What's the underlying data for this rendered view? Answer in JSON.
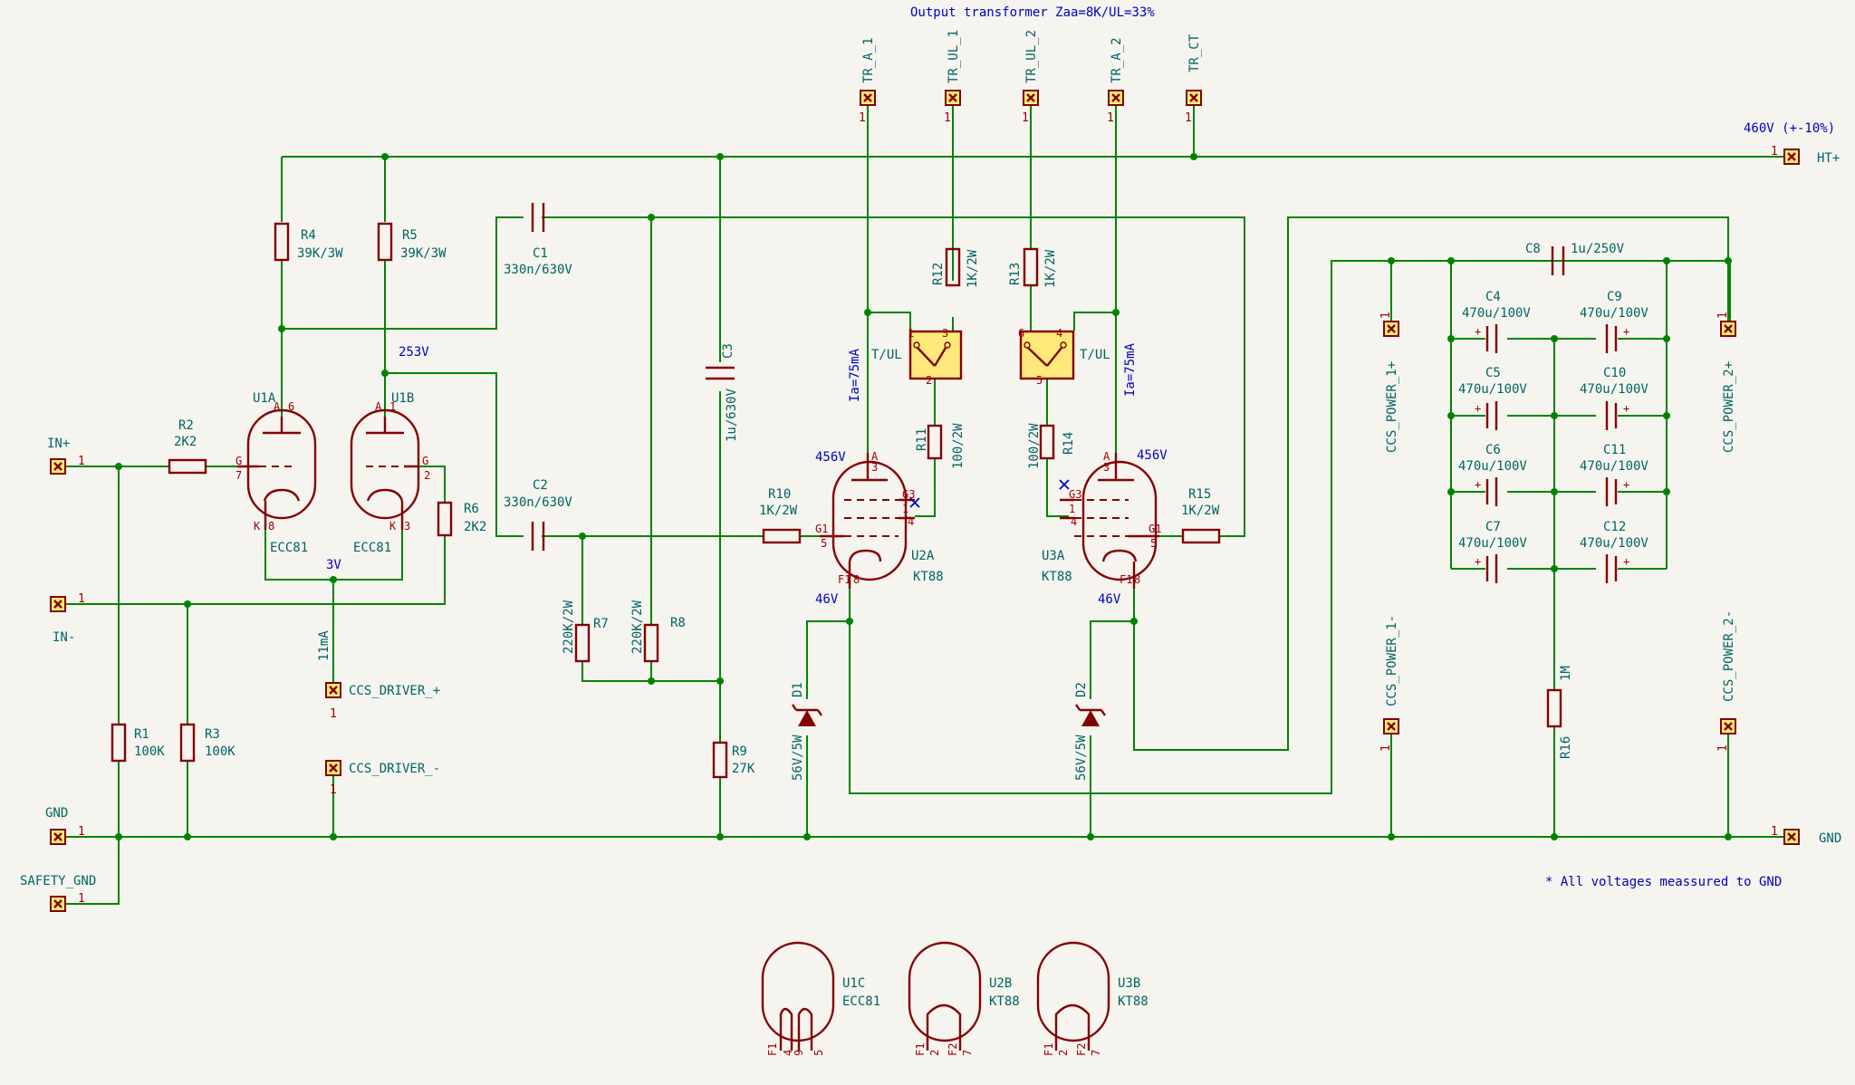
{
  "title": "Output transformer Zaa=8K/UL=33%",
  "note": "* All voltages meassured to GND",
  "connectors": {
    "in_plus": "IN+",
    "in_minus": "IN-",
    "gnd_left": "GND",
    "safety_gnd": "SAFETY_GND",
    "ccs_driver_plus": "CCS_DRIVER_+",
    "ccs_driver_minus": "CCS_DRIVER_-",
    "tr_a_1": "TR_A_1",
    "tr_ul_1": "TR_UL_1",
    "tr_ul_2": "TR_UL_2",
    "tr_a_2": "TR_A_2",
    "tr_ct": "TR_CT",
    "ht_plus": "HT+",
    "gnd_right": "GND",
    "ccs_power_1_plus": "CCS_POWER_1+",
    "ccs_power_2_plus": "CCS_POWER_2+",
    "ccs_power_1_minus": "CCS_POWER_1-",
    "ccs_power_2_minus": "CCS_POWER_2-",
    "pin_num": "1"
  },
  "voltages": {
    "ht": "460V (+-10%)",
    "v253": "253V",
    "v3": "3V",
    "i11": "11mA",
    "v456a": "456V",
    "v456b": "456V",
    "v46a": "46V",
    "v46b": "46V",
    "ia1": "Ia=75mA",
    "ia2": "Ia=75mA"
  },
  "components": {
    "r1": {
      "ref": "R1",
      "value": "100K"
    },
    "r2": {
      "ref": "R2",
      "value": "2K2"
    },
    "r3": {
      "ref": "R3",
      "value": "100K"
    },
    "r4": {
      "ref": "R4",
      "value": "39K/3W"
    },
    "r5": {
      "ref": "R5",
      "value": "39K/3W"
    },
    "r6": {
      "ref": "R6",
      "value": "2K2"
    },
    "r7": {
      "ref": "R7",
      "value": "220K/2W"
    },
    "r8": {
      "ref": "R8",
      "value": "220K/2W"
    },
    "r9": {
      "ref": "R9",
      "value": "27K"
    },
    "r10": {
      "ref": "R10",
      "value": "1K/2W"
    },
    "r11": {
      "ref": "R11",
      "value": "100/2W"
    },
    "r12": {
      "ref": "R12",
      "value": "1K/2W"
    },
    "r13": {
      "ref": "R13",
      "value": "1K/2W"
    },
    "r14": {
      "ref": "R14",
      "value": "100/2W"
    },
    "r15": {
      "ref": "R15",
      "value": "1K/2W"
    },
    "r16": {
      "ref": "R16",
      "value": "1M"
    },
    "c1": {
      "ref": "C1",
      "value": "330n/630V"
    },
    "c2": {
      "ref": "C2",
      "value": "330n/630V"
    },
    "c3": {
      "ref": "C3",
      "value": "1u/630V"
    },
    "c4": {
      "ref": "C4",
      "value": "470u/100V"
    },
    "c5": {
      "ref": "C5",
      "value": "470u/100V"
    },
    "c6": {
      "ref": "C6",
      "value": "470u/100V"
    },
    "c7": {
      "ref": "C7",
      "value": "470u/100V"
    },
    "c8": {
      "ref": "C8",
      "value": "1u/250V"
    },
    "c9": {
      "ref": "C9",
      "value": "470u/100V"
    },
    "c10": {
      "ref": "C10",
      "value": "470u/100V"
    },
    "c11": {
      "ref": "C11",
      "value": "470u/100V"
    },
    "c12": {
      "ref": "C12",
      "value": "470u/100V"
    },
    "d1": {
      "ref": "D1",
      "value": "56V/5W"
    },
    "d2": {
      "ref": "D2",
      "value": "56V/5W"
    },
    "u1a": {
      "ref": "U1A",
      "value": "ECC81"
    },
    "u1b": {
      "ref": "U1B",
      "value": "ECC81"
    },
    "u1c": {
      "ref": "U1C",
      "value": "ECC81"
    },
    "u2a": {
      "ref": "U2A",
      "value": "KT88"
    },
    "u2b": {
      "ref": "U2B",
      "value": "KT88"
    },
    "u3a": {
      "ref": "U3A",
      "value": "KT88"
    },
    "u3b": {
      "ref": "U3B",
      "value": "KT88"
    },
    "sw": {
      "label": "T/UL"
    }
  },
  "pins": {
    "A": "A",
    "K": "K",
    "G": "G",
    "G1": "G1",
    "G3": "G3",
    "F1": "F1",
    "F2": "F2",
    "plus": "+",
    "n1": "1",
    "n2": "2",
    "n3": "3",
    "n4": "4",
    "n5": "5",
    "n6": "6",
    "n7": "7",
    "n8": "8",
    "n9": "9"
  }
}
